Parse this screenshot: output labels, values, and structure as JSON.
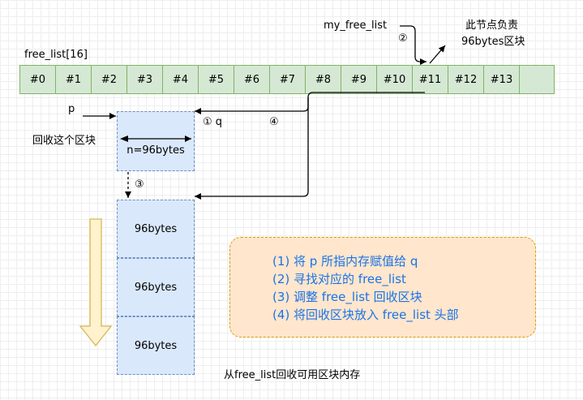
{
  "labels": {
    "my_free_list": "my_free_list",
    "node_note_line1": "此节点负责",
    "node_note_line2": "96bytes区块",
    "free_list": "free_list[16]",
    "p": "p",
    "recycle": "回收这个区块",
    "q": "① q",
    "step2": "②",
    "step3": "③",
    "step4": "④",
    "caption": "从free_list回收可用区块内存"
  },
  "slots": [
    "#0",
    "#1",
    "#2",
    "#3",
    "#4",
    "#5",
    "#6",
    "#7",
    "#8",
    "#9",
    "#10",
    "#11",
    "#12",
    "#13",
    ""
  ],
  "recycled_block": {
    "label": "n=96bytes"
  },
  "list_blocks": [
    "96bytes",
    "96bytes",
    "96bytes"
  ],
  "notes": [
    "(1) 将 p 所指内存赋值给 q",
    "(2) 寻找对应的 free_list",
    "(3) 调整 free_list 回收区块",
    "(4) 将回收区块放入 free_list 头部"
  ],
  "colors": {
    "slot_fill": "#d5e8d4",
    "slot_border": "#82b366",
    "block_fill": "#dae8fc",
    "list_fill": "#dae8fc",
    "block_border": "#6c8ebf",
    "note_fill": "#ffe6cc",
    "note_border": "#d79b00",
    "note_text": "#1a73e8",
    "arrow_fill": "#fff2cc",
    "arrow_border": "#d6b656"
  }
}
